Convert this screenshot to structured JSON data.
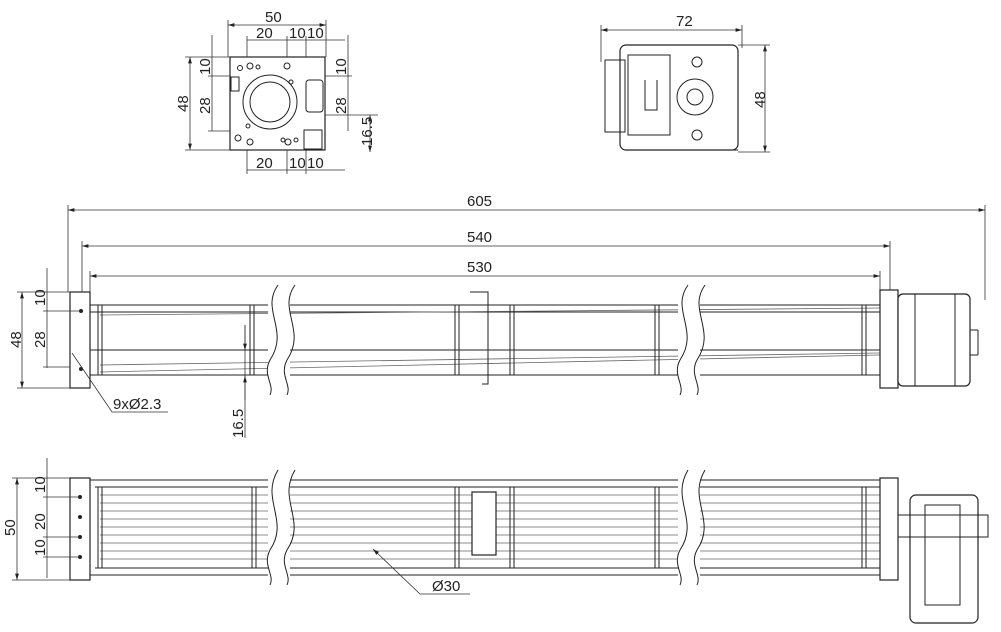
{
  "front_view": {
    "width_total": "50",
    "top_segments": [
      "20",
      "10",
      "10"
    ],
    "bottom_segments": [
      "20",
      "10",
      "10"
    ],
    "height_total": "48",
    "left_segments": [
      "10",
      "28"
    ],
    "right_segments": [
      "10",
      "28"
    ],
    "right_offset": "16.5"
  },
  "side_view": {
    "width": "72",
    "height": "48"
  },
  "top_view": {
    "overall_length": "605",
    "mounting_length": "540",
    "impeller_length": "530",
    "height_total": "48",
    "left_segments": [
      "10",
      "28"
    ],
    "holes_note": "9xØ2.3",
    "offset": "16.5"
  },
  "bottom_view": {
    "height_total": "50",
    "left_segments": [
      "10",
      "20",
      "10"
    ],
    "impeller_diameter": "Ø30"
  }
}
